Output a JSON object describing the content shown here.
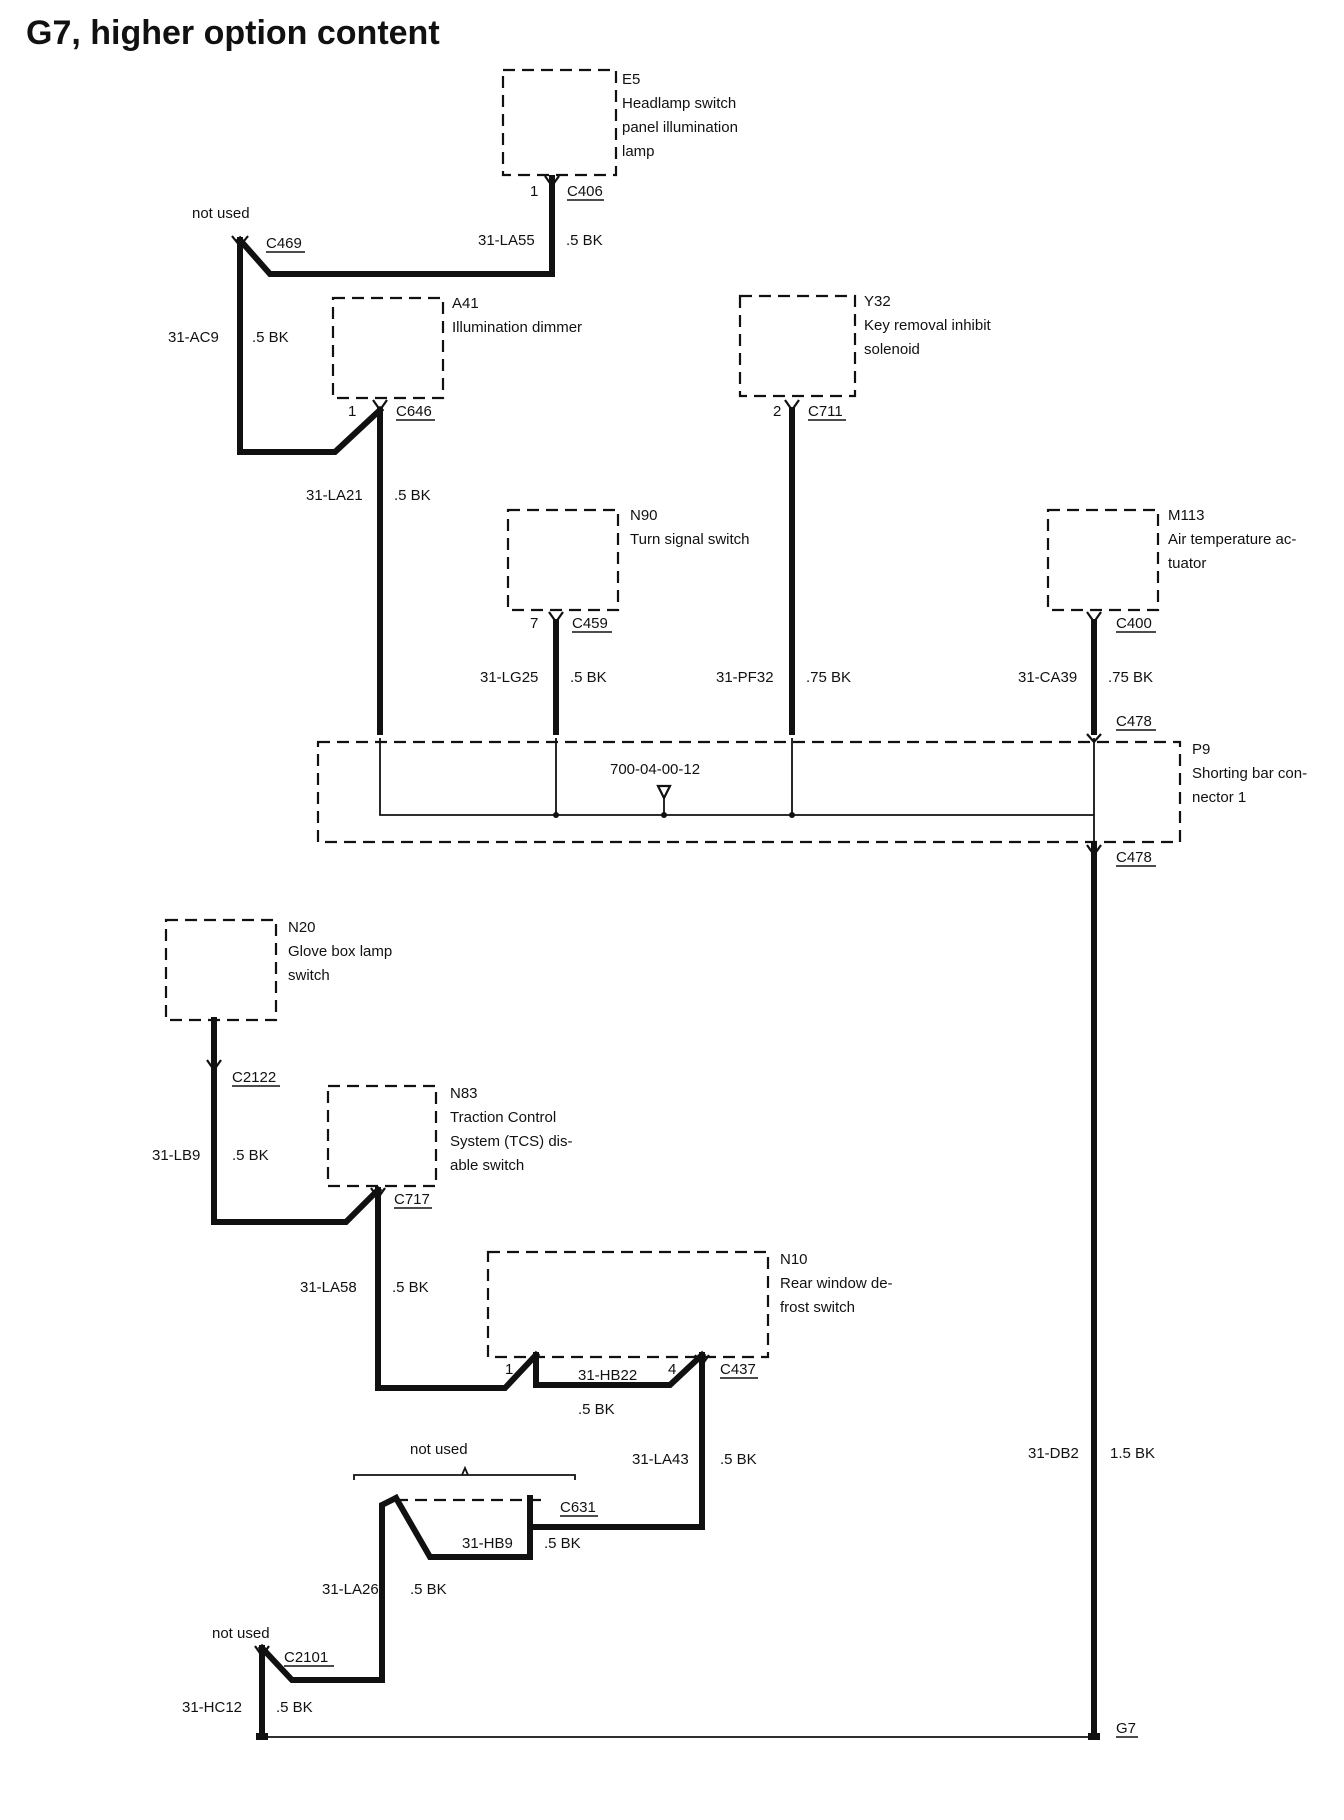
{
  "title": "G7, higher option content",
  "components": {
    "E5": {
      "id": "E5",
      "lines": [
        "Headlamp switch",
        "panel illumination",
        "lamp"
      ],
      "pin": "1",
      "connector": "C406"
    },
    "A41": {
      "id": "A41",
      "lines": [
        "Illumination dimmer"
      ],
      "pin": "1",
      "connector": "C646"
    },
    "Y32": {
      "id": "Y32",
      "lines": [
        "Key removal inhibit",
        "solenoid"
      ],
      "pin": "2",
      "connector": "C711"
    },
    "N90": {
      "id": "N90",
      "lines": [
        "Turn signal switch"
      ],
      "pin": "7",
      "connector": "C459"
    },
    "M113": {
      "id": "M113",
      "lines": [
        "Air temperature ac-",
        "tuator"
      ],
      "connector": "C400"
    },
    "P9": {
      "id": "P9",
      "lines": [
        "Shorting bar con-",
        "nector 1"
      ],
      "part_number": "700-04-00-12",
      "connector_top": "C478",
      "connector_bottom": "C478"
    },
    "N20": {
      "id": "N20",
      "lines": [
        "Glove box lamp",
        "switch"
      ],
      "connector": "C2122"
    },
    "N83": {
      "id": "N83",
      "lines": [
        "Traction Control",
        "System (TCS) dis-",
        "able switch"
      ],
      "connector": "C717"
    },
    "N10": {
      "id": "N10",
      "lines": [
        "Rear window de-",
        "frost switch"
      ],
      "pin_left": "1",
      "pin_right": "4",
      "connector": "C437"
    }
  },
  "connectors": {
    "c469": {
      "label": "C469",
      "note": "not used"
    },
    "c631": {
      "label": "C631",
      "note": "not used"
    },
    "c2101": {
      "label": "C2101",
      "note": "not used"
    },
    "ground": {
      "label": "G7"
    }
  },
  "wires": {
    "la55": {
      "circuit": "31-LA55",
      "gauge": ".5 BK"
    },
    "ac9": {
      "circuit": "31-AC9",
      "gauge": ".5 BK"
    },
    "la21": {
      "circuit": "31-LA21",
      "gauge": ".5 BK"
    },
    "lg25": {
      "circuit": "31-LG25",
      "gauge": ".5 BK"
    },
    "pf32": {
      "circuit": "31-PF32",
      "gauge": ".75 BK"
    },
    "ca39": {
      "circuit": "31-CA39",
      "gauge": ".75 BK"
    },
    "lb9": {
      "circuit": "31-LB9",
      "gauge": ".5 BK"
    },
    "la58": {
      "circuit": "31-LA58",
      "gauge": ".5 BK"
    },
    "hb22": {
      "circuit": "31-HB22",
      "gauge": ".5 BK"
    },
    "la43": {
      "circuit": "31-LA43",
      "gauge": ".5 BK"
    },
    "hb9": {
      "circuit": "31-HB9",
      "gauge": ".5 BK"
    },
    "la26": {
      "circuit": "31-LA26",
      "gauge": ".5 BK"
    },
    "hc12": {
      "circuit": "31-HC12",
      "gauge": ".5 BK"
    },
    "db2": {
      "circuit": "31-DB2",
      "gauge": "1.5 BK"
    }
  }
}
